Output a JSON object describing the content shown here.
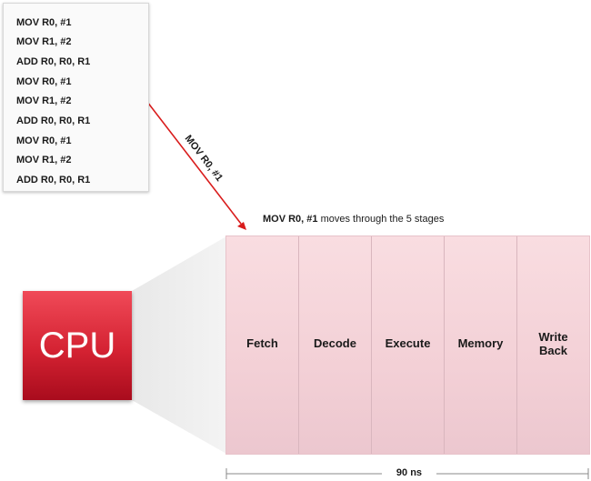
{
  "instructions": [
    "MOV R0, #1",
    "MOV R1, #2",
    "ADD R0, R0, R1",
    "MOV R0, #1",
    "MOV R1, #2",
    "ADD R0, R0, R1",
    "MOV R0, #1",
    "MOV R1, #2",
    "ADD R0, R0, R1"
  ],
  "arrow_label": "MOV R0, #1",
  "caption": {
    "instruction": "MOV R0, #1",
    "text": " moves through the 5 stages"
  },
  "stages": [
    "Fetch",
    "Decode",
    "Execute",
    "Memory",
    "Write\nBack"
  ],
  "cpu_label": "CPU",
  "timeline_label": "90 ns",
  "colors": {
    "arrow": "#d91c1c",
    "cpu_top": "#f04a58",
    "cpu_bottom": "#a90c1d",
    "stage_fill": "#f6d6db"
  }
}
